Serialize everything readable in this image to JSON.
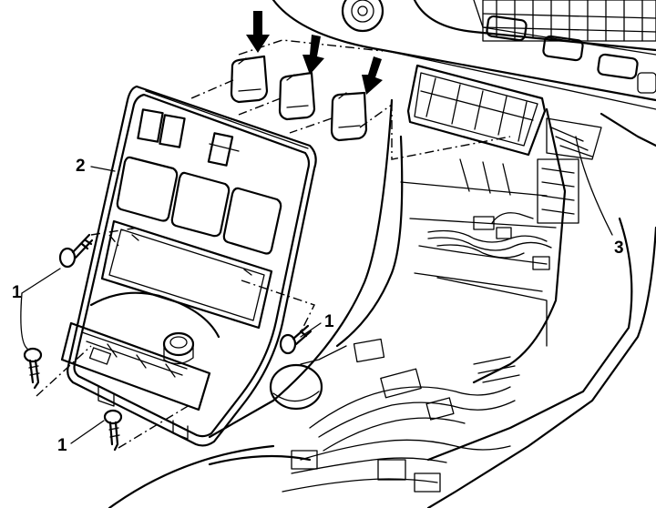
{
  "callouts": {
    "panel": "2",
    "switch_unit": "3",
    "screw_left_upper": "1",
    "screw_right": "1",
    "screw_left_lower": "1"
  }
}
